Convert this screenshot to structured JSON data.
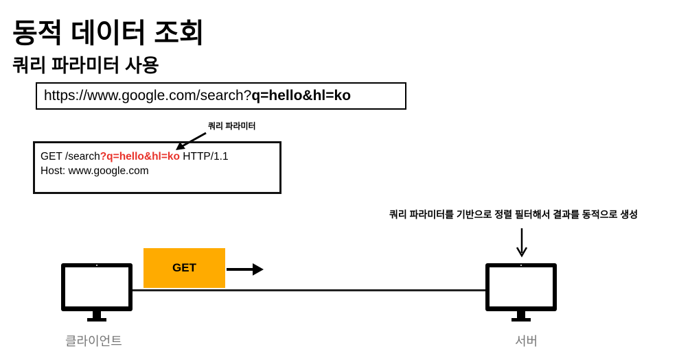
{
  "title": "동적 데이터 조회",
  "subtitle": "쿼리 파라미터 사용",
  "url": {
    "base": "https://www.google.com/search?",
    "query": "q=hello&hl=ko"
  },
  "query_param_label": "쿼리 파라미터",
  "request": {
    "line1_start": "GET /search",
    "line1_query": "?q=hello&hl=ko",
    "line1_end": " HTTP/1.1",
    "line2": "Host: www.google.com"
  },
  "server_note": "쿼리 파라미터를 기반으로 정렬 필터해서 결과를 동적으로 생성",
  "method_label": "GET",
  "client_label": "클라이언트",
  "server_label": "서버",
  "colors": {
    "method_box": "#FFAB00",
    "highlight": "#e8322a"
  }
}
